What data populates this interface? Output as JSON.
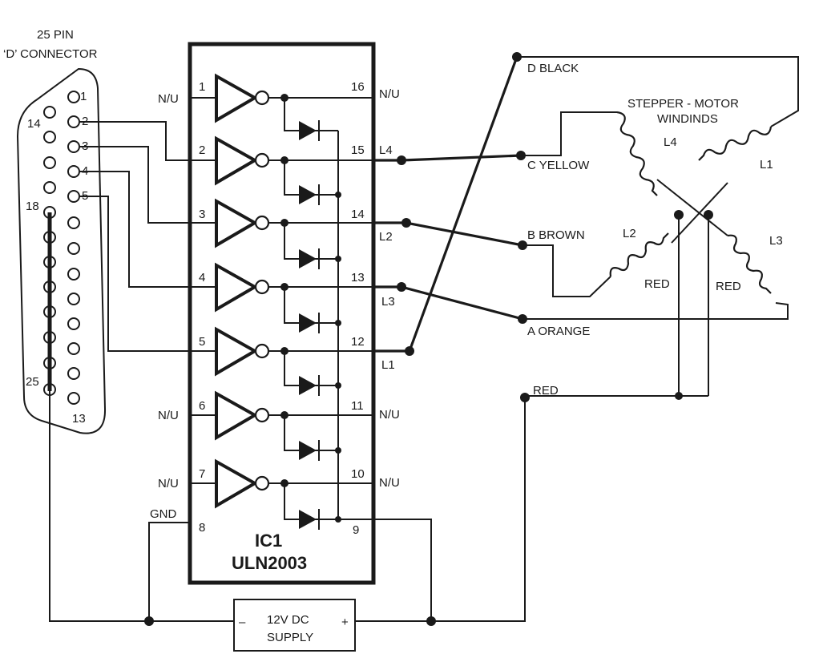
{
  "connector": {
    "title_line1": "25  PIN",
    "title_line2": "‘D’ CONNECTOR",
    "pin_labels": {
      "p1": "1",
      "p2": "2",
      "p3": "3",
      "p4": "4",
      "p5": "5",
      "p13": "13",
      "p14": "14",
      "p18": "18",
      "p25": "25"
    }
  },
  "ic": {
    "name": "IC1",
    "part": "ULN2003",
    "left_pins": [
      "1",
      "2",
      "3",
      "4",
      "5",
      "6",
      "7",
      "8"
    ],
    "right_pins": [
      "16",
      "15",
      "14",
      "13",
      "12",
      "11",
      "10",
      "9"
    ],
    "left_labels": {
      "p1": "N/U",
      "p6": "N/U",
      "p7": "N/U",
      "p8": "GND"
    },
    "right_labels": {
      "p16": "N/U",
      "p15": "L4",
      "p14": "L2",
      "p13": "L3",
      "p12": "L1",
      "p11": "N/U",
      "p10": "N/U"
    }
  },
  "motor": {
    "title_line1": "STEPPER - MOTOR",
    "title_line2": "WINDINDS",
    "winding_labels": {
      "l1": "L1",
      "l2": "L2",
      "l3": "L3",
      "l4": "L4"
    },
    "wires": {
      "d": "D  BLACK",
      "c": "C  YELLOW",
      "b": "B  BROWN",
      "a": "A  ORANGE"
    },
    "red_labels": [
      "RED",
      "RED"
    ],
    "common_label": "RED"
  },
  "supply": {
    "line1": "12V  DC",
    "line2": "SUPPLY",
    "minus": "–",
    "plus": "+"
  }
}
